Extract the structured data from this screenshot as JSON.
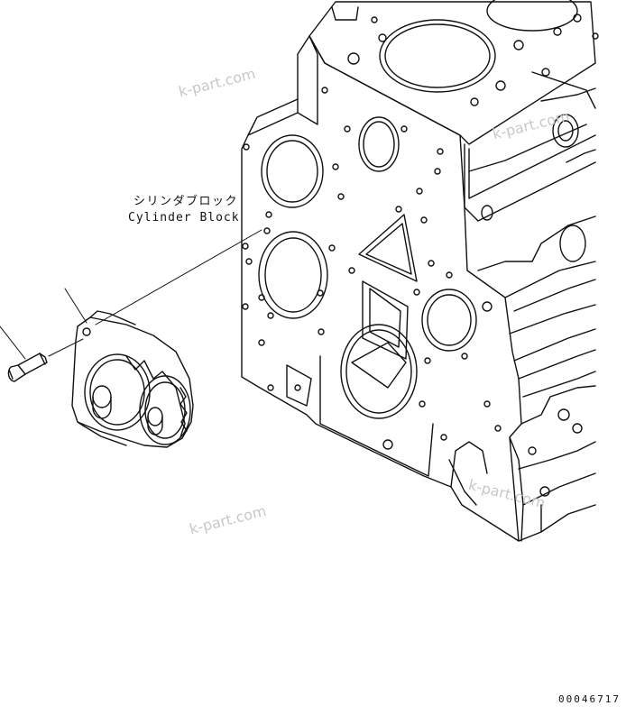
{
  "diagram": {
    "part_label_jp": "シリンダブロック",
    "part_label_en": "Cylinder Block",
    "drawing_number": "00046717",
    "watermarks": [
      "k-part.com",
      "k-part.com",
      "k-part.com",
      "k-part.com"
    ]
  },
  "colors": {
    "line": "#111111",
    "background": "#ffffff",
    "watermark": "#c8c8c8"
  }
}
